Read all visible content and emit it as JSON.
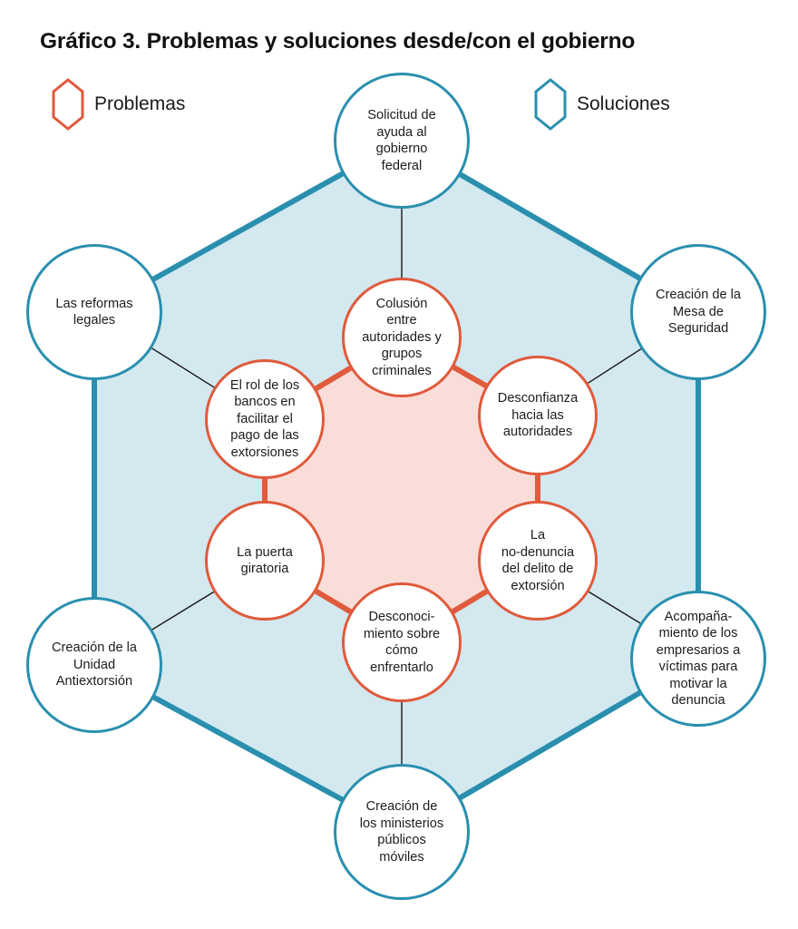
{
  "title": "Gráfico 3. Problemas y soluciones desde/con el gobierno",
  "colors": {
    "problem_stroke": "#e05a3c",
    "problem_fill": "#f9ddd8",
    "solution_stroke": "#2a8fae",
    "solution_fill": "#d3e8ef",
    "connector": "#1a1a1a"
  },
  "legend": {
    "problems_label": "Problemas",
    "solutions_label": "Soluciones"
  },
  "solutions": [
    {
      "id": "s-top",
      "label": "Solicitud de\nayuda al\ngobierno\nfederal"
    },
    {
      "id": "s-upper-right",
      "label": "Creación de la\nMesa de\nSeguridad"
    },
    {
      "id": "s-lower-right",
      "label": "Acompaña-\nmiento de los\nempresarios a\nvíctimas para\nmotivar la\ndenuncia"
    },
    {
      "id": "s-bottom",
      "label": "Creación de\nlos ministerios\npúblicos\nmóviles"
    },
    {
      "id": "s-lower-left",
      "label": "Creación de la\nUnidad\nAntiextorsión"
    },
    {
      "id": "s-upper-left",
      "label": "Las reformas\nlegales"
    }
  ],
  "problems": [
    {
      "id": "p-top",
      "label": "Colusión\nentre\nautoridades y\ngrupos\ncriminales"
    },
    {
      "id": "p-upper-right",
      "label": "Desconfianza\nhacia las\nautoridades"
    },
    {
      "id": "p-lower-right",
      "label": "La\nno-denuncia\ndel delito de\nextorsión"
    },
    {
      "id": "p-bottom",
      "label": "Desconoci-\nmiento sobre\ncómo\nenfrentarlo"
    },
    {
      "id": "p-lower-left",
      "label": "La puerta\ngiratoria"
    },
    {
      "id": "p-upper-left",
      "label": "El rol de los\nbancos en\nfacilitar el\npago de las\nextorsiones"
    }
  ],
  "connections": [
    [
      "s-top",
      "p-top"
    ],
    [
      "s-upper-right",
      "p-upper-right"
    ],
    [
      "s-lower-right",
      "p-lower-right"
    ],
    [
      "s-bottom",
      "p-bottom"
    ],
    [
      "s-lower-left",
      "p-lower-left"
    ],
    [
      "s-upper-left",
      "p-upper-left"
    ]
  ]
}
